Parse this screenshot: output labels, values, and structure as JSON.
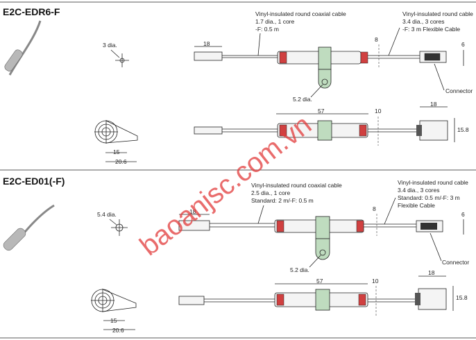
{
  "colors": {
    "accent_green": "#bfdcbf",
    "accent_red": "#d04040",
    "watermark": "#e23b3b"
  },
  "section1": {
    "title": "E2C-EDR6-F",
    "cable1": {
      "line1": "Vinyl-insulated round coaxial cable",
      "line2": "1.7 dia., 1 core",
      "line3": "-F: 0.5 m"
    },
    "cable2": {
      "line1": "Vinyl-insulated round cable",
      "line2": "3.4 dia., 3 cores",
      "line3": "-F: 3 m Flexible Cable"
    },
    "sensor_dia": "3 dia.",
    "hole_dia": "5.2 dia.",
    "connector": "Connector",
    "dims": {
      "d18": "18",
      "d8": "8",
      "d6": "6",
      "d57": "57",
      "d10": "10",
      "d18b": "18",
      "d158": "15.8",
      "d15": "15",
      "d206": "20.6"
    }
  },
  "section2": {
    "title": "E2C-ED01(-F)",
    "cable1": {
      "line1": "Vinyl-insulated round coaxial cable",
      "line2": "2.5 dia., 1 core",
      "line3": "Standard: 2 m/-F: 0.5 m"
    },
    "cable2": {
      "line1": "Vinyl-insulated round cable",
      "line2": "3.4 dia., 3 cores",
      "line3": "Standard: 0.5 m/-F: 3 m",
      "line4": "Flexible Cable"
    },
    "sensor_dia": "5.4 dia.",
    "hole_dia": "5.2 dia.",
    "connector": "Connector",
    "dims": {
      "d18": "18",
      "d8": "8",
      "d6": "6",
      "d57": "57",
      "d10": "10",
      "d18b": "18",
      "d158": "15.8",
      "d15": "15",
      "d206": "20.6"
    }
  },
  "watermark": "baoanjsc.com.vn"
}
